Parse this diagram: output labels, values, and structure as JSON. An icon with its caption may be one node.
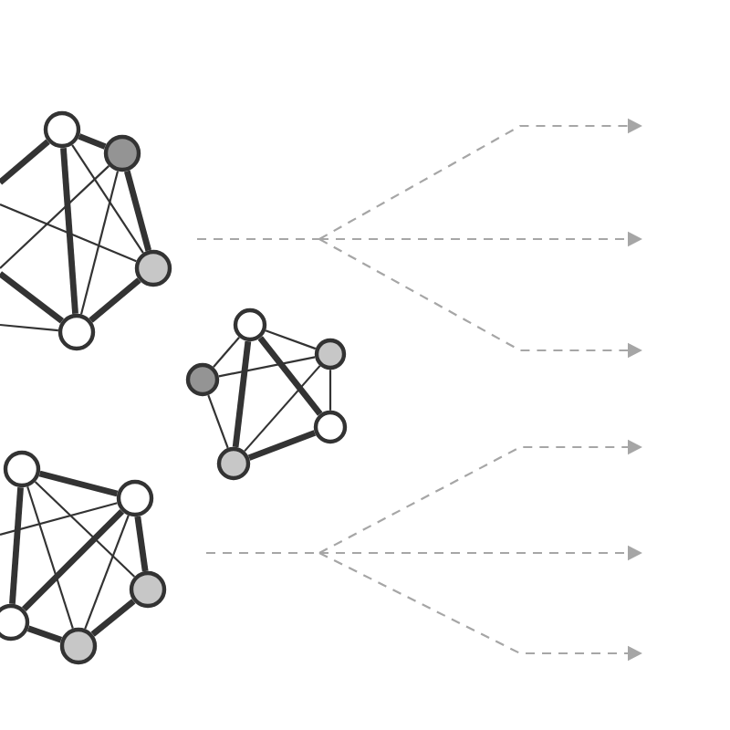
{
  "diagram": {
    "nodes": [
      {
        "text": [],
        "shape": "circle"
      },
      {
        "text": [],
        "shape": "circle"
      },
      {
        "text": [],
        "shape": "circle"
      },
      {
        "text": [],
        "shape": "circle"
      },
      {
        "text": [],
        "shape": "circle"
      },
      {
        "text": [],
        "shape": "circle"
      },
      {
        "text": [],
        "shape": "circle"
      },
      {
        "text": [],
        "shape": "circle"
      },
      {
        "text": [],
        "shape": "circle"
      },
      {
        "text": [],
        "shape": "circle"
      },
      {
        "text": [],
        "shape": "circle"
      },
      {
        "text": [],
        "shape": "circle"
      },
      {
        "text": [],
        "shape": "circle"
      },
      {
        "text": [],
        "shape": "circle"
      }
    ],
    "edges": [
      {
        "from": 0,
        "to": 1,
        "arrow": "none",
        "style": "thick"
      },
      {
        "from": 0,
        "to": 3,
        "arrow": "none",
        "style": "thick"
      },
      {
        "from": 0,
        "to": 2,
        "arrow": "none"
      },
      {
        "from": 1,
        "to": 2,
        "arrow": "none",
        "style": "thick"
      },
      {
        "from": 1,
        "to": 3,
        "arrow": "none"
      },
      {
        "from": 2,
        "to": 3,
        "arrow": "none",
        "style": "thick"
      },
      {
        "from": 0,
        "to": null,
        "arrow": "none",
        "style": "thick"
      },
      {
        "from": 1,
        "to": null,
        "arrow": "none"
      },
      {
        "from": 2,
        "to": null,
        "arrow": "none"
      },
      {
        "from": 3,
        "to": null,
        "arrow": "none",
        "style": "thick"
      },
      {
        "from": 3,
        "to": null,
        "arrow": "none"
      },
      {
        "from": 4,
        "to": 5,
        "arrow": "none"
      },
      {
        "from": 4,
        "to": 6,
        "arrow": "none"
      },
      {
        "from": 4,
        "to": 8,
        "arrow": "none",
        "style": "thick"
      },
      {
        "from": 4,
        "to": 7,
        "arrow": "none",
        "style": "thick"
      },
      {
        "from": 6,
        "to": 5,
        "arrow": "none"
      },
      {
        "from": 6,
        "to": 8,
        "arrow": "none"
      },
      {
        "from": 8,
        "to": 7,
        "arrow": "none",
        "style": "thick"
      },
      {
        "from": 8,
        "to": 5,
        "arrow": "none"
      },
      {
        "from": 5,
        "to": 7,
        "arrow": "none"
      },
      {
        "from": 9,
        "to": 10,
        "arrow": "none",
        "style": "thick"
      },
      {
        "from": 9,
        "to": 12,
        "arrow": "none",
        "style": "thick"
      },
      {
        "from": 9,
        "to": 13,
        "arrow": "none"
      },
      {
        "from": 9,
        "to": 11,
        "arrow": "none"
      },
      {
        "from": 10,
        "to": 11,
        "arrow": "none",
        "style": "thick"
      },
      {
        "from": 10,
        "to": 12,
        "arrow": "none",
        "style": "thick"
      },
      {
        "from": 10,
        "to": 13,
        "arrow": "none"
      },
      {
        "from": 11,
        "to": 13,
        "arrow": "none",
        "style": "thick"
      },
      {
        "from": 13,
        "to": 12,
        "arrow": "none",
        "style": "thick"
      },
      {
        "from": 10,
        "to": null,
        "arrow": "none"
      }
    ]
  }
}
